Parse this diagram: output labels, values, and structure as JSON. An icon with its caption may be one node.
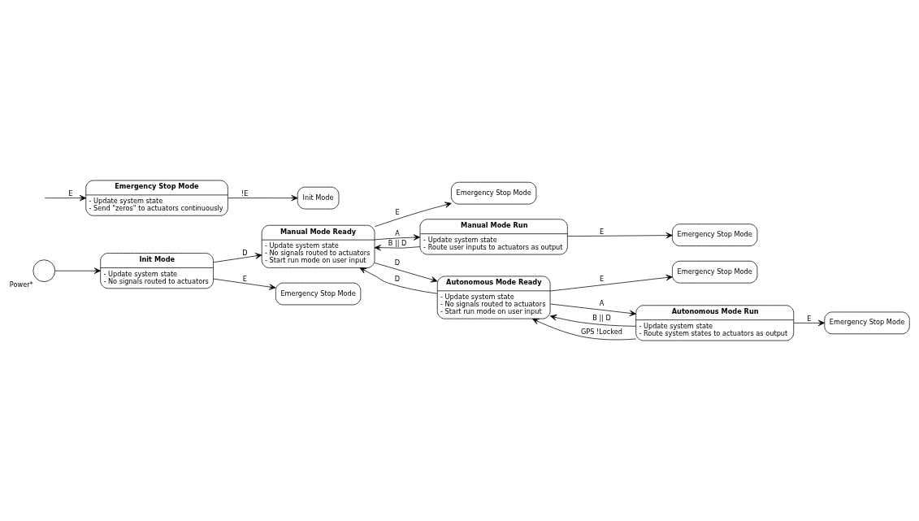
{
  "diagram": {
    "nodes": [
      {
        "text": [],
        "shape": "circle",
        "beside": [
          "Power*"
        ]
      },
      {
        "text": [
          "Init Mode",
          "- Update system state",
          "- No signals routed to actuators"
        ]
      },
      {
        "text": [
          "Manual Mode Ready",
          "- Update system state",
          "- No signals routed to actuators",
          "- Start run mode on user input"
        ]
      },
      {
        "text": [
          "Emergency Stop Mode"
        ]
      },
      {
        "text": [
          "Manual Mode Run",
          "- Update system state",
          "- Route user inputs to actuators as output"
        ]
      },
      {
        "text": [
          "Emergency Stop Mode"
        ]
      },
      {
        "text": [
          "Emergency Stop Mode"
        ]
      },
      {
        "text": [
          "Autonomous Mode Ready",
          "- Update system state",
          "- No signals routed to actuators",
          "- Start run mode on user input"
        ]
      },
      {
        "text": [
          "Emergency Stop Mode"
        ]
      },
      {
        "text": [
          "Autonomous Mode Run",
          "- Update system state",
          "- Route system states to actuators as output"
        ]
      },
      {
        "text": [
          "Emergency Stop Mode"
        ]
      },
      {
        "text": [
          "Emergency Stop Mode",
          "- Update system state",
          "- Send \"zeros\" to actuators continuously"
        ]
      },
      {
        "text": [
          "Init Mode"
        ]
      }
    ],
    "edges": [
      {
        "from": 0,
        "to": 1,
        "arrow": "to"
      },
      {
        "from": 1,
        "to": 2,
        "arrow": "to",
        "label": "D"
      },
      {
        "from": 1,
        "to": 6,
        "arrow": "to",
        "label": "E"
      },
      {
        "from": 2,
        "to": 3,
        "arrow": "to",
        "label": "E"
      },
      {
        "from": 2,
        "to": 4,
        "arrow": "to",
        "label": "A"
      },
      {
        "from": 4,
        "to": 2,
        "arrow": "to",
        "label": "B || D"
      },
      {
        "from": 4,
        "to": 5,
        "arrow": "to",
        "label": "E"
      },
      {
        "from": 2,
        "to": 7,
        "arrow": "to",
        "label": "D"
      },
      {
        "from": 7,
        "to": 2,
        "arrow": "to",
        "label": "D"
      },
      {
        "from": 7,
        "to": 8,
        "arrow": "to",
        "label": "E"
      },
      {
        "from": 7,
        "to": 9,
        "arrow": "to",
        "label": "A"
      },
      {
        "from": 9,
        "to": 7,
        "arrow": "to",
        "label": "B || D"
      },
      {
        "from": 9,
        "to": 7,
        "arrow": "to",
        "label": "GPS !Locked"
      },
      {
        "from": 9,
        "to": 10,
        "arrow": "to",
        "label": "E"
      },
      {
        "from": null,
        "to": 11,
        "arrow": "to",
        "label": "E"
      },
      {
        "from": 11,
        "to": 12,
        "arrow": "to",
        "label": "!E"
      }
    ]
  }
}
